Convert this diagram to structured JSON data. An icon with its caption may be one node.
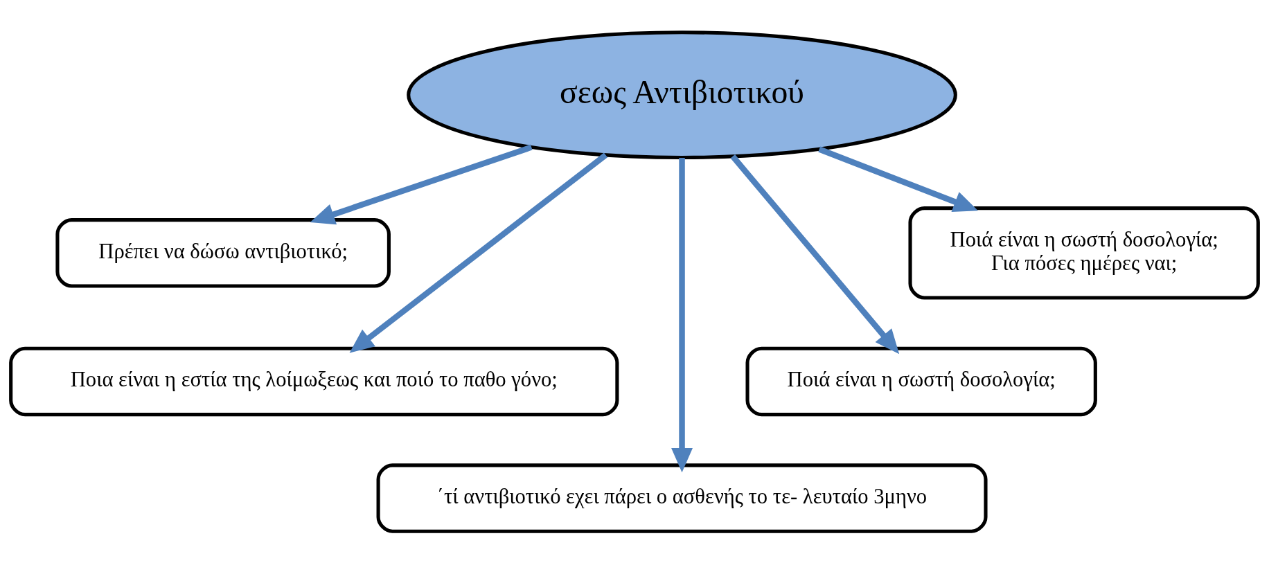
{
  "diagram": {
    "nodes": [
      {
        "text": [
          "σεως Αντιβιοτικού"
        ]
      },
      {
        "text": [
          "Πρέπει να δώσω αντιβιοτικό;"
        ]
      },
      {
        "text": [
          "Ποια είναι η εστία της λοίμωξεως και ποιό το παθο γόνο;"
        ]
      },
      {
        "text": [
          "΄τί αντιβιοτικό εχει πάρει ο ασθενής το τε- λευταίο 3μηνο"
        ]
      },
      {
        "text": [
          "Ποιά είναι η σωστή δοσολογία;"
        ]
      },
      {
        "text": [
          "Ποιά είναι η σωστή δοσολογία;",
          "Για πόσες ημέρες ναι;"
        ]
      }
    ],
    "edges": [
      {
        "from": 0,
        "to": 1,
        "arrow": "to"
      },
      {
        "from": 0,
        "to": 2,
        "arrow": "to"
      },
      {
        "from": 0,
        "to": 3,
        "arrow": "to"
      },
      {
        "from": 0,
        "to": 4,
        "arrow": "to"
      },
      {
        "from": 0,
        "to": 5,
        "arrow": "to"
      }
    ]
  }
}
